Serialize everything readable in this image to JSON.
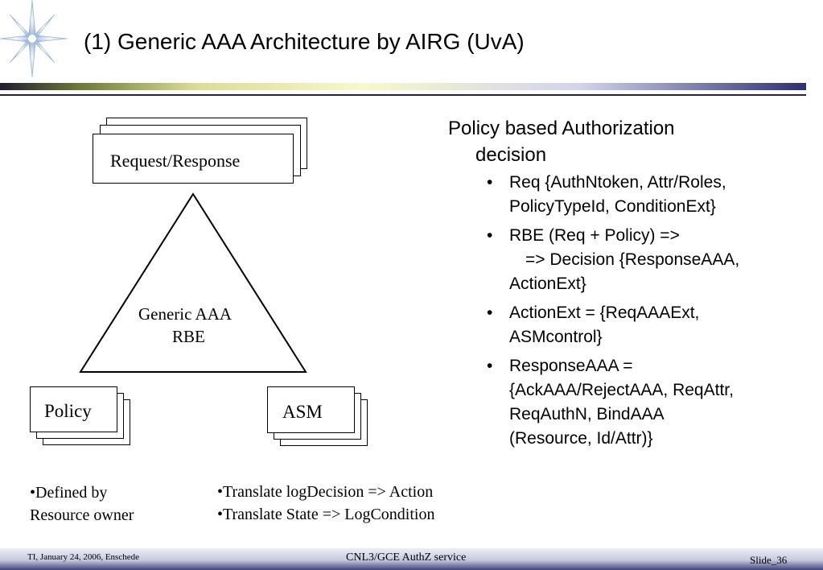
{
  "slide": {
    "title": "(1) Generic AAA Architecture by AIRG (UvA)"
  },
  "diagram": {
    "request_response": "Request/Response",
    "triangle_line1": "Generic AAA",
    "triangle_line2": "RBE",
    "policy": "Policy",
    "asm": "ASM"
  },
  "notes": {
    "left_line1": "•Defined by",
    "left_line2": "Resource owner",
    "right_line1": "•Translate logDecision => Action",
    "right_line2": "•Translate State => LogCondition"
  },
  "right_panel": {
    "heading_line1": "Policy based Authorization",
    "heading_line2": "decision",
    "bullet_symbol": "•",
    "bullets": [
      {
        "lines": [
          "Req {AuthNtoken, Attr/Roles,",
          "PolicyTypeId, ConditionExt}"
        ]
      },
      {
        "lines": [
          "RBE (Req + Policy) =>",
          "=> Decision {ResponseAAA,",
          "ActionExt}"
        ]
      },
      {
        "lines": [
          "ActionExt = {ReqAAAExt,",
          "ASMcontrol}"
        ]
      },
      {
        "lines": [
          "ResponseAAA =",
          "{AckAAA/RejectAAA, ReqAttr,",
          "ReqAuthN, BindAAA",
          "(Resource, Id/Attr)}"
        ]
      }
    ]
  },
  "footer": {
    "left": "TI, January 24, 2006, Enschede",
    "center": "CNL3/GCE AuthZ service",
    "right": "Slide_36"
  }
}
